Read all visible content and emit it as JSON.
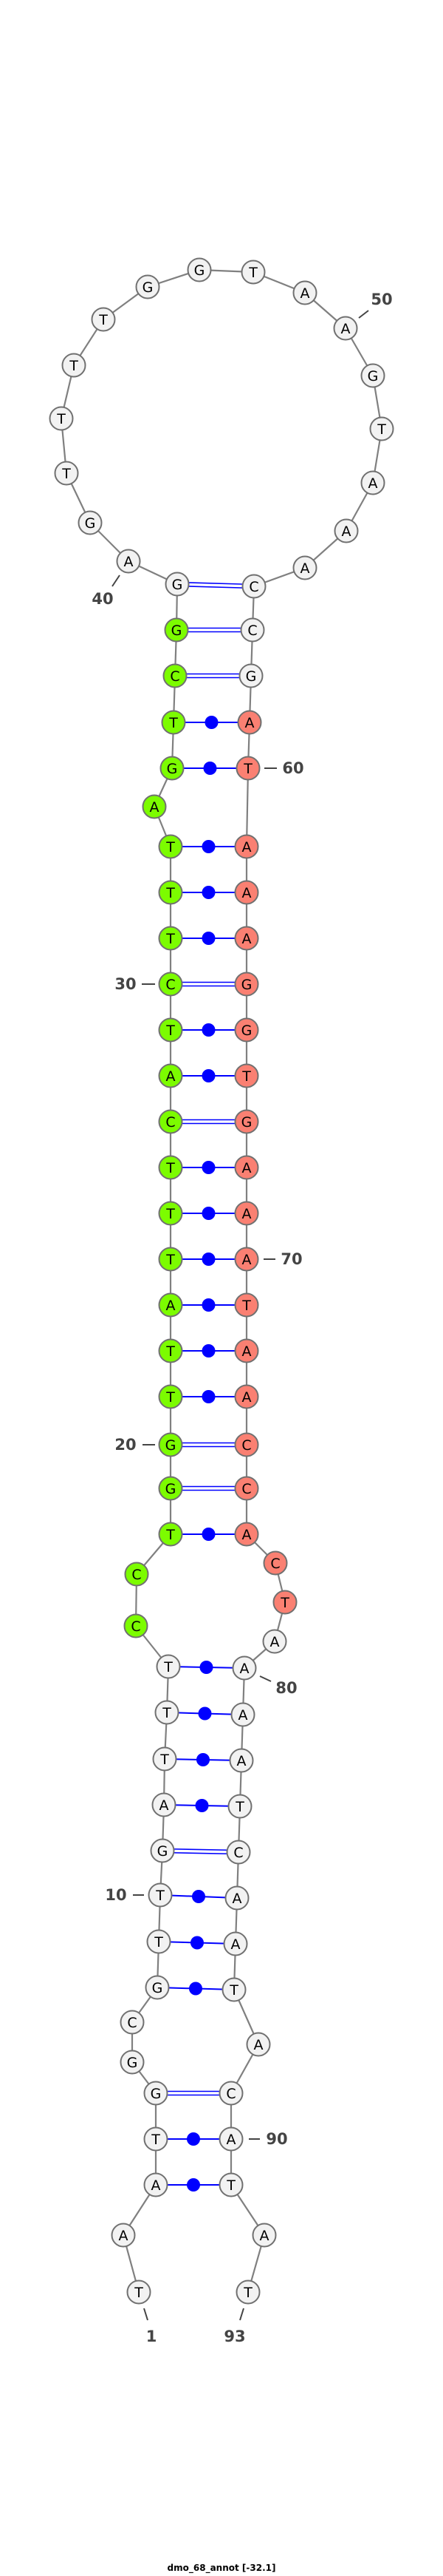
{
  "title": "dmo_68_annot [-32.1]",
  "sequence": [
    "T",
    "A",
    "A",
    "T",
    "G",
    "G",
    "C",
    "G",
    "T",
    "T",
    "G",
    "A",
    "T",
    "T",
    "T",
    "C",
    "C",
    "T",
    "G",
    "G",
    "T",
    "T",
    "A",
    "T",
    "T",
    "T",
    "C",
    "A",
    "T",
    "C",
    "T",
    "T",
    "T",
    "A",
    "G",
    "T",
    "C",
    "G",
    "G",
    "A",
    "G",
    "T",
    "T",
    "T",
    "T",
    "G",
    "G",
    "T",
    "A",
    "A",
    "G",
    "T",
    "A",
    "A",
    "A",
    "C",
    "C",
    "G",
    "A",
    "T",
    "A",
    "A",
    "A",
    "G",
    "G",
    "T",
    "G",
    "A",
    "A",
    "A",
    "T",
    "A",
    "A",
    "C",
    "C",
    "A",
    "C",
    "T",
    "A",
    "A",
    "A",
    "A",
    "T",
    "C",
    "A",
    "A",
    "T",
    "A",
    "C",
    "A",
    "T",
    "A",
    "T"
  ],
  "pairs": [
    [
      3,
      91
    ],
    [
      4,
      90
    ],
    [
      5,
      89
    ],
    [
      8,
      87
    ],
    [
      9,
      86
    ],
    [
      10,
      85
    ],
    [
      11,
      84
    ],
    [
      12,
      83
    ],
    [
      13,
      82
    ],
    [
      14,
      81
    ],
    [
      15,
      80
    ],
    [
      18,
      76
    ],
    [
      19,
      75
    ],
    [
      20,
      74
    ],
    [
      21,
      73
    ],
    [
      22,
      72
    ],
    [
      23,
      71
    ],
    [
      24,
      70
    ],
    [
      25,
      69
    ],
    [
      26,
      68
    ],
    [
      27,
      67
    ],
    [
      28,
      66
    ],
    [
      29,
      65
    ],
    [
      30,
      64
    ],
    [
      31,
      63
    ],
    [
      32,
      62
    ],
    [
      33,
      61
    ],
    [
      35,
      60
    ],
    [
      36,
      59
    ],
    [
      37,
      58
    ],
    [
      38,
      57
    ],
    [
      39,
      56
    ]
  ],
  "highlights": [
    {
      "name": "green-region",
      "from": 16,
      "to": 38,
      "color": "#7cfc00"
    },
    {
      "name": "red-region",
      "from": 59,
      "to": 78,
      "color": "#fa8072"
    }
  ],
  "default_fill": "#f2f2f2",
  "pair_color": "#0000ff",
  "position_labels": [
    "1",
    "10",
    "20",
    "30",
    "40",
    "50",
    "60",
    "70",
    "80",
    "90",
    "93"
  ]
}
